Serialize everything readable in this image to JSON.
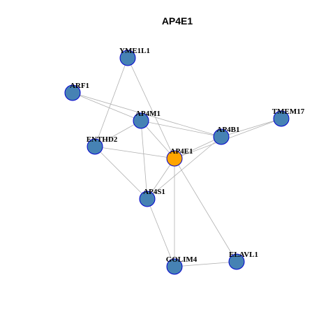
{
  "title": "AP4E1",
  "colors": {
    "node_fill": "#4682b4",
    "node_stroke": "#0000cd",
    "center_fill": "#ffa500",
    "edge": "#b0b0b0"
  },
  "nodes": [
    {
      "id": "YME1L1",
      "label": "YME1L1",
      "center": false
    },
    {
      "id": "ARF1",
      "label": "ARF1",
      "center": false
    },
    {
      "id": "AP4M1",
      "label": "AP4M1",
      "center": false
    },
    {
      "id": "TMEM17",
      "label": "TMEM17",
      "center": false
    },
    {
      "id": "AP4B1",
      "label": "AP4B1",
      "center": false
    },
    {
      "id": "ENTHD2",
      "label": "ENTHD2",
      "center": false
    },
    {
      "id": "AP4E1",
      "label": "AP4E1",
      "center": true
    },
    {
      "id": "AP4S1",
      "label": "AP4S1",
      "center": false
    },
    {
      "id": "GOLIM4",
      "label": "GOLIM4",
      "center": false
    },
    {
      "id": "ELAVL1",
      "label": "ELAVL1",
      "center": false
    }
  ],
  "edges": [
    [
      "YME1L1",
      "ENTHD2"
    ],
    [
      "YME1L1",
      "AP4E1"
    ],
    [
      "ARF1",
      "AP4M1"
    ],
    [
      "ARF1",
      "AP4B1"
    ],
    [
      "AP4M1",
      "ENTHD2"
    ],
    [
      "AP4M1",
      "AP4E1"
    ],
    [
      "AP4M1",
      "AP4B1"
    ],
    [
      "AP4M1",
      "AP4S1"
    ],
    [
      "TMEM17",
      "AP4B1"
    ],
    [
      "TMEM17",
      "AP4E1"
    ],
    [
      "AP4B1",
      "AP4E1"
    ],
    [
      "AP4B1",
      "AP4S1"
    ],
    [
      "ENTHD2",
      "AP4E1"
    ],
    [
      "ENTHD2",
      "AP4S1"
    ],
    [
      "AP4E1",
      "AP4S1"
    ],
    [
      "AP4E1",
      "GOLIM4"
    ],
    [
      "AP4E1",
      "ELAVL1"
    ],
    [
      "AP4S1",
      "GOLIM4"
    ],
    [
      "GOLIM4",
      "ELAVL1"
    ]
  ]
}
